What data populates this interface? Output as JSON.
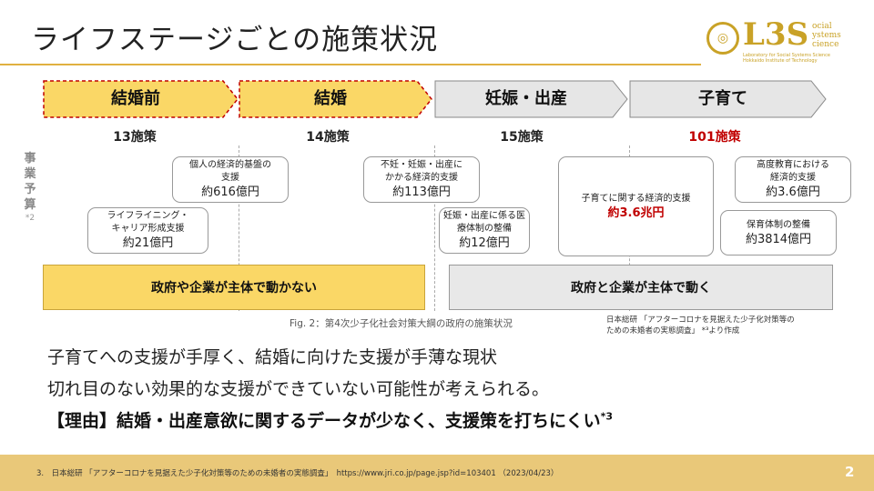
{
  "title": "ライフステージごとの施策状況",
  "logo": {
    "mark": "L3S",
    "big": "L3S",
    "side": [
      "ocial",
      "ystems",
      "cience"
    ],
    "sub": "Laboratory for Social Systems Science Hokkaido Institute of Technology"
  },
  "stages": [
    {
      "label": "結婚前",
      "count": "13施策",
      "style": "gold"
    },
    {
      "label": "結婚",
      "count": "14施策",
      "style": "gold"
    },
    {
      "label": "妊娠・出産",
      "count": "15施策",
      "style": "grey"
    },
    {
      "label": "子育て",
      "count": "101施策",
      "style": "grey"
    }
  ],
  "side_label": {
    "text": [
      "事",
      "業",
      "予",
      "算"
    ],
    "note": "*2"
  },
  "boxes": [
    {
      "lines": [
        "個人の経済的基盤の",
        "支援"
      ],
      "amount": "約616億円"
    },
    {
      "lines": [
        "ライフライニング・",
        "キャリア形成支援"
      ],
      "amount": "約21億円"
    },
    {
      "lines": [
        "不妊・妊娠・出産に",
        "かかる経済的支援"
      ],
      "amount": "約113億円"
    },
    {
      "lines": [
        "妊娠・出産に係る医",
        "療体制の整備"
      ],
      "amount": "約12億円"
    },
    {
      "lines": [
        "子育てに関する経済的支援"
      ],
      "amount": "約3.6兆円"
    },
    {
      "lines": [
        "高度教育における",
        "経済的支援"
      ],
      "amount": "約3.6億円"
    },
    {
      "lines": [
        "保育体制の整備"
      ],
      "amount": "約3814億円"
    }
  ],
  "bands": {
    "left": "政府や企業が主体で動かない",
    "right": "政府と企業が主体で動く"
  },
  "caption": "Fig. 2：第4次少子化社会対策大綱の政府の施策状況",
  "source": {
    "line1": "日本総研 「アフターコロナを見据えた少子化対策等の",
    "line2": "ための未婚者の実態調査」 *³より作成"
  },
  "body": {
    "line1": "子育てへの支援が手厚く、結婚に向けた支援が手薄な現状",
    "line2": "切れ目のない効果的な支援ができていない可能性が考えられる。",
    "line3": "【理由】結婚・出産意欲に関するデータが少なく、支援策を打ちにくい",
    "line3_sup": "*3"
  },
  "footer": {
    "ref": "3.　日本総研 「アフターコロナを見据えた少子化対策等のための未婚者の実態調査」　https://www.jri.co.jp/page.jsp?id=103401 （2023/04/23）",
    "page": "2"
  },
  "colors": {
    "gold": "#fad766",
    "gold_border": "#c00000",
    "grey": "#e6e6e6",
    "red": "#c00000",
    "footer": "#e9c879"
  }
}
